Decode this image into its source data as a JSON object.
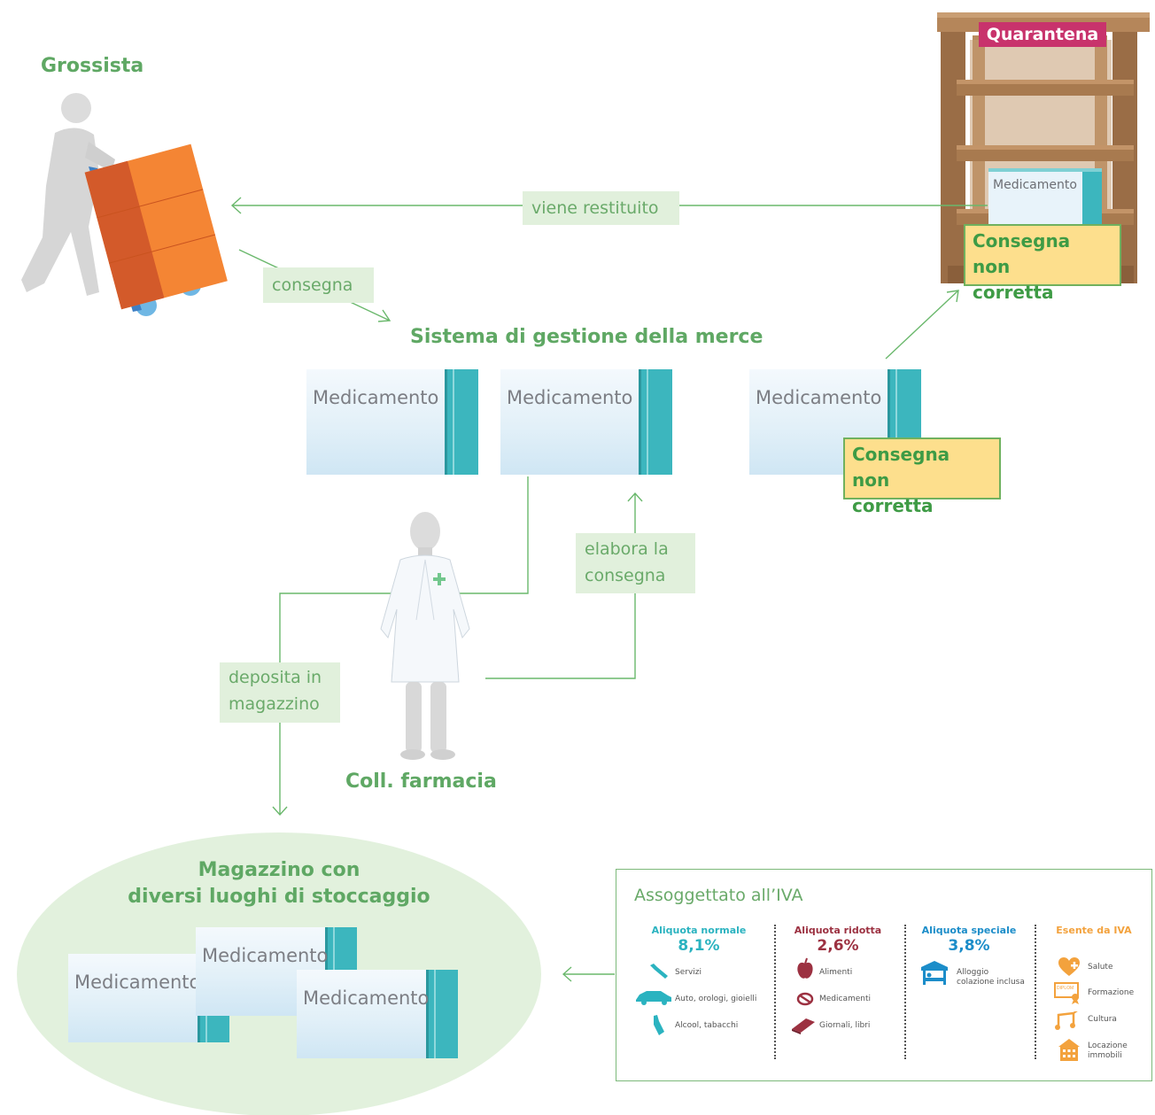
{
  "wholesaler": {
    "title": "Grossista"
  },
  "quarantine": {
    "label": "Quarantena"
  },
  "system": {
    "title": "Sistema di gestione della merce"
  },
  "staff": {
    "title": "Coll. farmacia"
  },
  "warehouse": {
    "title_line1": "Magazzino con",
    "title_line2": "diversi luoghi di stoccaggio"
  },
  "flow_labels": {
    "returned": "viene restituito",
    "delivery": "consegna",
    "process_line1": "elabora la",
    "process_line2": "consegna",
    "store_line1": "deposita in",
    "store_line2": "magazzino"
  },
  "medicine_label": "Medicamento",
  "incorrect_delivery": {
    "line1": "Consegna non",
    "line2": "corretta"
  },
  "vat": {
    "title": "Assoggettato all’IVA",
    "columns": [
      {
        "heading": "Aliquota normale",
        "rate": "8,1%",
        "color": "#2bb3c0",
        "items": [
          {
            "icon": "wrench-icon",
            "label": "Servizi"
          },
          {
            "icon": "car-icon",
            "label": "Auto, orologi, gioielli"
          },
          {
            "icon": "bottle-icon",
            "label": "Alcool, tabacchi"
          }
        ]
      },
      {
        "heading": "Aliquota ridotta",
        "rate": "2,6%",
        "color": "#9c3141",
        "items": [
          {
            "icon": "apple-icon",
            "label": "Alimenti"
          },
          {
            "icon": "pill-icon",
            "label": "Medicamenti"
          },
          {
            "icon": "book-icon",
            "label": "Giornali, libri"
          }
        ]
      },
      {
        "heading": "Aliquota speciale",
        "rate": "3,8%",
        "color": "#1c8dc9",
        "items": [
          {
            "icon": "bed-icon",
            "label_line1": "Alloggio",
            "label_line2": "colazione inclusa"
          }
        ]
      },
      {
        "heading": "Esente da IVA",
        "color": "#f3a23d",
        "items": [
          {
            "icon": "heart-plus-icon",
            "label": "Salute"
          },
          {
            "icon": "diploma-icon",
            "label": "Formazione",
            "badge": "DIPLOM"
          },
          {
            "icon": "music-icon",
            "label": "Cultura"
          },
          {
            "icon": "building-icon",
            "label_line1": "Locazione",
            "label_line2": "immobili"
          }
        ]
      }
    ]
  },
  "colors": {
    "green_title": "#5fa864",
    "label_bg": "#e1f0dc",
    "teal": "#3cb6be",
    "quarantine": "#c8336c",
    "yellow": "#fddf8d",
    "box_orange": "#f08433",
    "wood": "#a57850"
  }
}
